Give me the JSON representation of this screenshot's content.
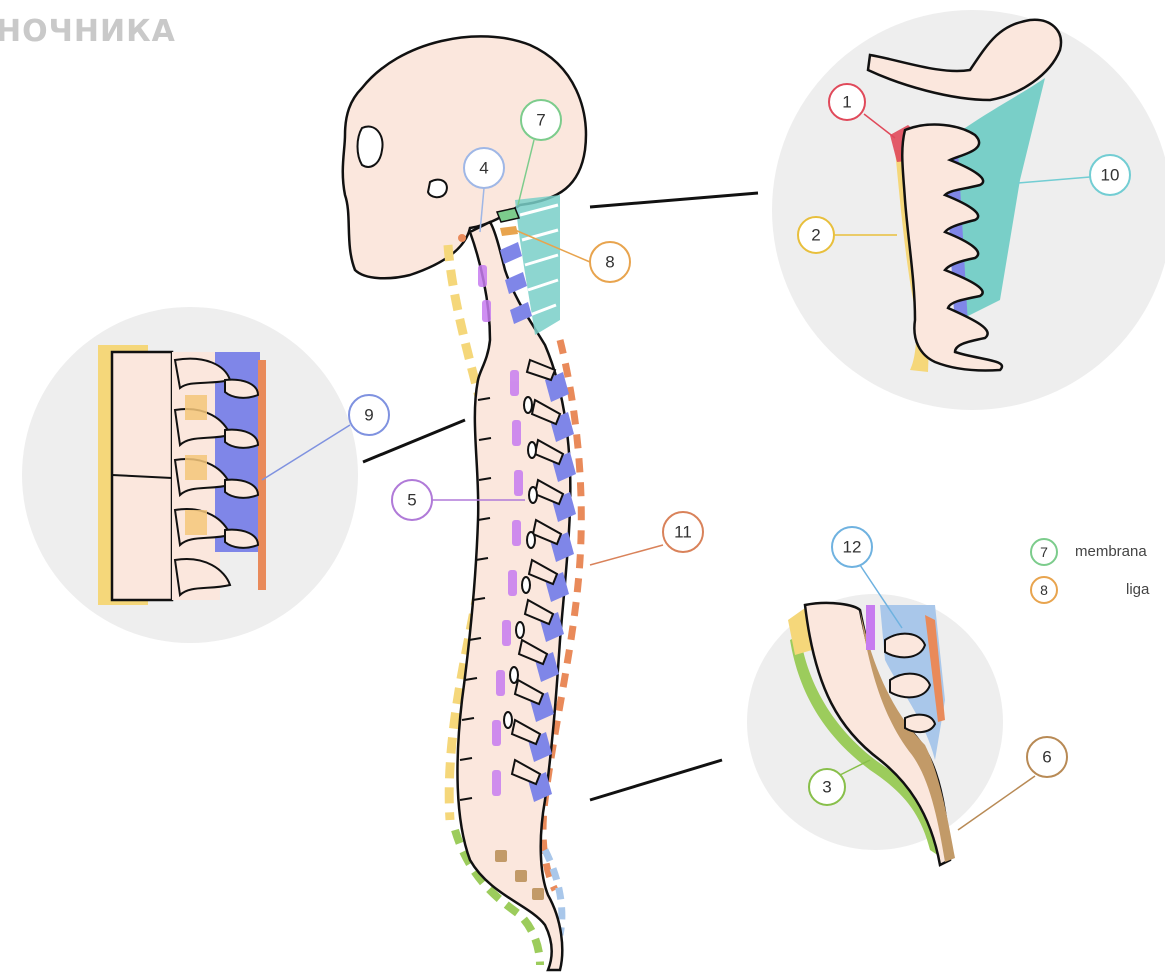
{
  "watermark": "НОЧНИКА",
  "colors": {
    "red": "#e0495a",
    "yellow": "#f5d77a",
    "green": "#9ccc5c",
    "lightblue": "#a9c7ea",
    "purple": "#c77cf0",
    "brown": "#c29a68",
    "teal": "#79cfc8",
    "orange": "#e98a5a",
    "blue": "#7f86e8",
    "bone": "#fbe7dd",
    "circle": "#eeeeee"
  },
  "callouts": [
    {
      "num": "1",
      "color": "#e0495a"
    },
    {
      "num": "2",
      "color": "#e8bf3c"
    },
    {
      "num": "3",
      "color": "#88bf4a"
    },
    {
      "num": "4",
      "color": "#9fb7e6"
    },
    {
      "num": "5",
      "color": "#b07ad8"
    },
    {
      "num": "6",
      "color": "#b88a55"
    },
    {
      "num": "7",
      "color": "#7ccc8c"
    },
    {
      "num": "8",
      "color": "#e8a44e"
    },
    {
      "num": "9",
      "color": "#7f92e0"
    },
    {
      "num": "10",
      "color": "#72cdd3"
    },
    {
      "num": "11",
      "color": "#d9825a"
    },
    {
      "num": "12",
      "color": "#6fb2e0"
    }
  ],
  "legend": [
    {
      "num": "7",
      "label": "membrana",
      "color": "#7ccc8c"
    },
    {
      "num": "8",
      "label": "liga",
      "color": "#e8a44e"
    }
  ]
}
